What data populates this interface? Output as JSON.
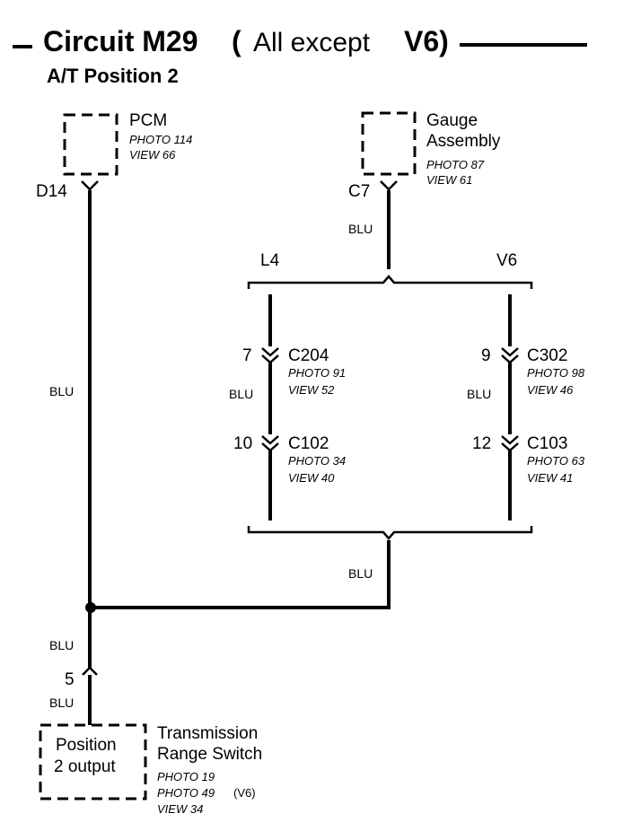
{
  "title": {
    "prefix": "Circuit M29",
    "paren_open": "(",
    "middle": "All except",
    "suffix": "V6)",
    "subtitle": "A/T Position 2"
  },
  "pcm": {
    "name": "PCM",
    "photo": "PHOTO 114",
    "view": "VIEW 66",
    "pin": "D14"
  },
  "gauge": {
    "name_line1": "Gauge",
    "name_line2": "Assembly",
    "photo": "PHOTO 87",
    "view": "VIEW 61",
    "pin": "C7"
  },
  "branches": {
    "left": "L4",
    "right": "V6"
  },
  "connectors": {
    "c204": {
      "pin": "7",
      "name": "C204",
      "photo": "PHOTO 91",
      "view": "VIEW 52"
    },
    "c102": {
      "pin": "10",
      "name": "C102",
      "photo": "PHOTO 34",
      "view": "VIEW 40"
    },
    "c302": {
      "pin": "9",
      "name": "C302",
      "photo": "PHOTO 98",
      "view": "VIEW 46"
    },
    "c103": {
      "pin": "12",
      "name": "C103",
      "photo": "PHOTO 63",
      "view": "VIEW 41"
    },
    "bottom_pin": "5"
  },
  "wire_color": "BLU",
  "switch": {
    "inner_line1": "Position",
    "inner_line2": "2 output",
    "name_line1": "Transmission",
    "name_line2": "Range Switch",
    "photo1": "PHOTO 19",
    "photo2": "PHOTO 49",
    "photo2_note": "(V6)",
    "view": "VIEW 34"
  }
}
